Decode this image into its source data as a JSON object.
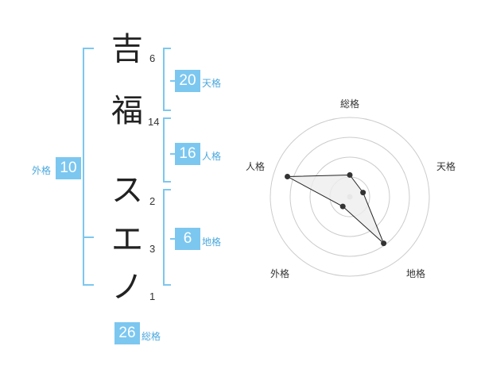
{
  "name": {
    "chars": [
      {
        "char": "吉",
        "strokes": "6"
      },
      {
        "char": "福",
        "strokes": "14"
      },
      {
        "char": "ス",
        "strokes": "2"
      },
      {
        "char": "エ",
        "strokes": "3"
      },
      {
        "char": "ノ",
        "strokes": "1"
      }
    ]
  },
  "kakusu": {
    "tenkaku": {
      "value": "20",
      "label": "天格"
    },
    "jinkaku": {
      "value": "16",
      "label": "人格"
    },
    "chikaku": {
      "value": "6",
      "label": "地格"
    },
    "gaikaku": {
      "value": "10",
      "label": "外格"
    },
    "soukaku": {
      "value": "26",
      "label": "総格"
    }
  },
  "chart_data": {
    "type": "radar",
    "axes": [
      "総格",
      "天格",
      "地格",
      "外格",
      "人格"
    ],
    "rings": 4,
    "values": [
      1.1,
      0.7,
      2.9,
      0.6,
      3.3
    ],
    "max": 4,
    "fill_color": "#eeeeee",
    "line_color": "#222222",
    "ring_color": "#cccccc"
  },
  "colors": {
    "accent": "#7cc7f0",
    "accent_text": "#4aa8dd"
  }
}
